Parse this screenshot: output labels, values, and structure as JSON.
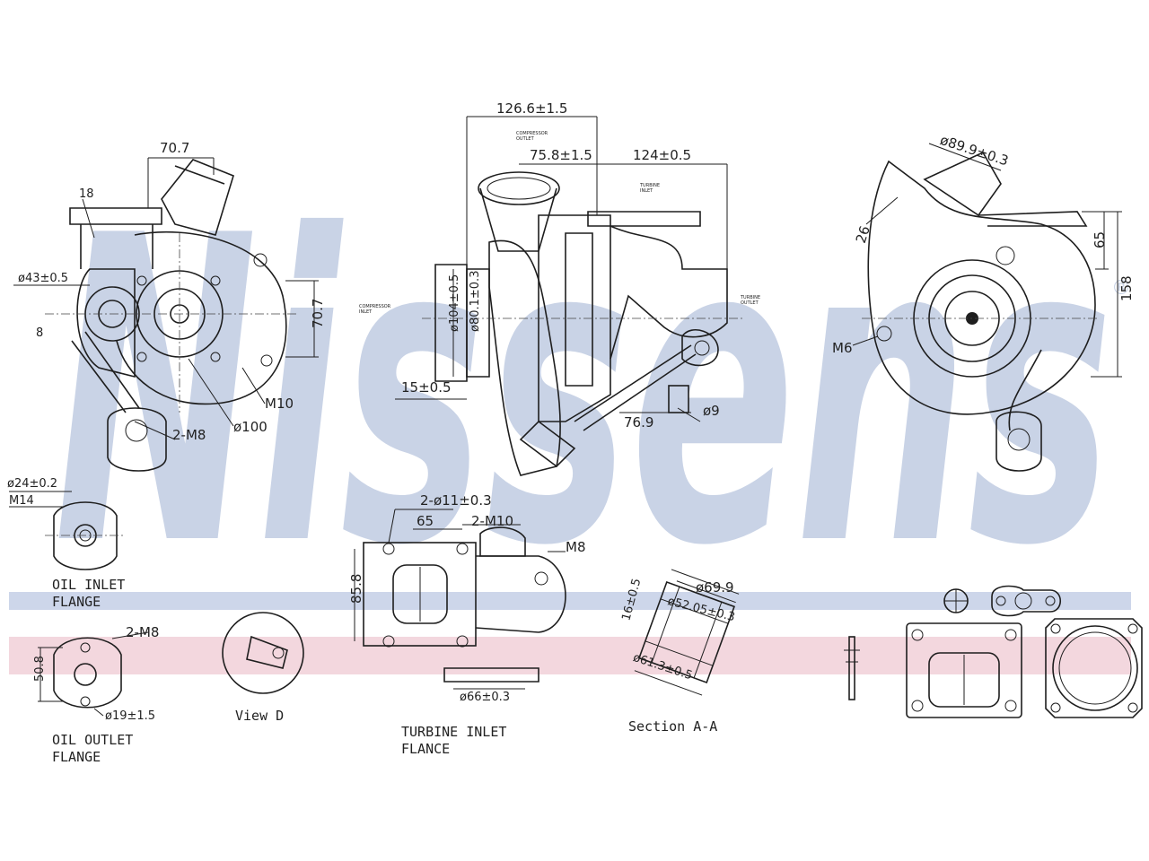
{
  "watermark": {
    "text": "Nissens",
    "registered_mark": "®"
  },
  "colors": {
    "watermark": "#c9d3e6",
    "band_blue": "#cdd6ea",
    "band_pink": "#f3d7de",
    "line": "#1e1e1e"
  },
  "left_view": {
    "dims": [
      "70.7",
      "18",
      "ø43±0.5",
      "8",
      "70.7",
      "M10",
      "ø100",
      "2-M8"
    ]
  },
  "middle_view": {
    "dims": [
      "126.6±1.5",
      "75.8±1.5",
      "124±0.5",
      "ø104±0.5",
      "ø80.1±0.3",
      "15±0.5",
      "76.9",
      "ø9"
    ]
  },
  "right_view": {
    "dims": [
      "ø89.9±0.3",
      "26",
      "65",
      "158",
      "M6"
    ]
  },
  "oil_inlet": {
    "dims": [
      "ø24±0.2",
      "M14"
    ],
    "caption": [
      "OIL INLET",
      "FLANGE"
    ]
  },
  "oil_outlet": {
    "dims": [
      "2-M8",
      "50.8",
      "ø19±1.5"
    ],
    "caption": [
      "OIL OUTLET",
      "FLANGE"
    ]
  },
  "view_d": {
    "caption": "View D"
  },
  "turbine_inlet": {
    "dims": [
      "2-ø11±0.3",
      "65",
      "2-M10",
      "M8",
      "85.8",
      "ø66±0.3"
    ],
    "caption": [
      "TURBINE INLET",
      "FLANCE"
    ]
  },
  "section_aa": {
    "dims": [
      "ø69.9",
      "ø52.05±0.3",
      "16±0.5",
      "ø61.3±0.5"
    ],
    "caption": "Section A-A"
  }
}
